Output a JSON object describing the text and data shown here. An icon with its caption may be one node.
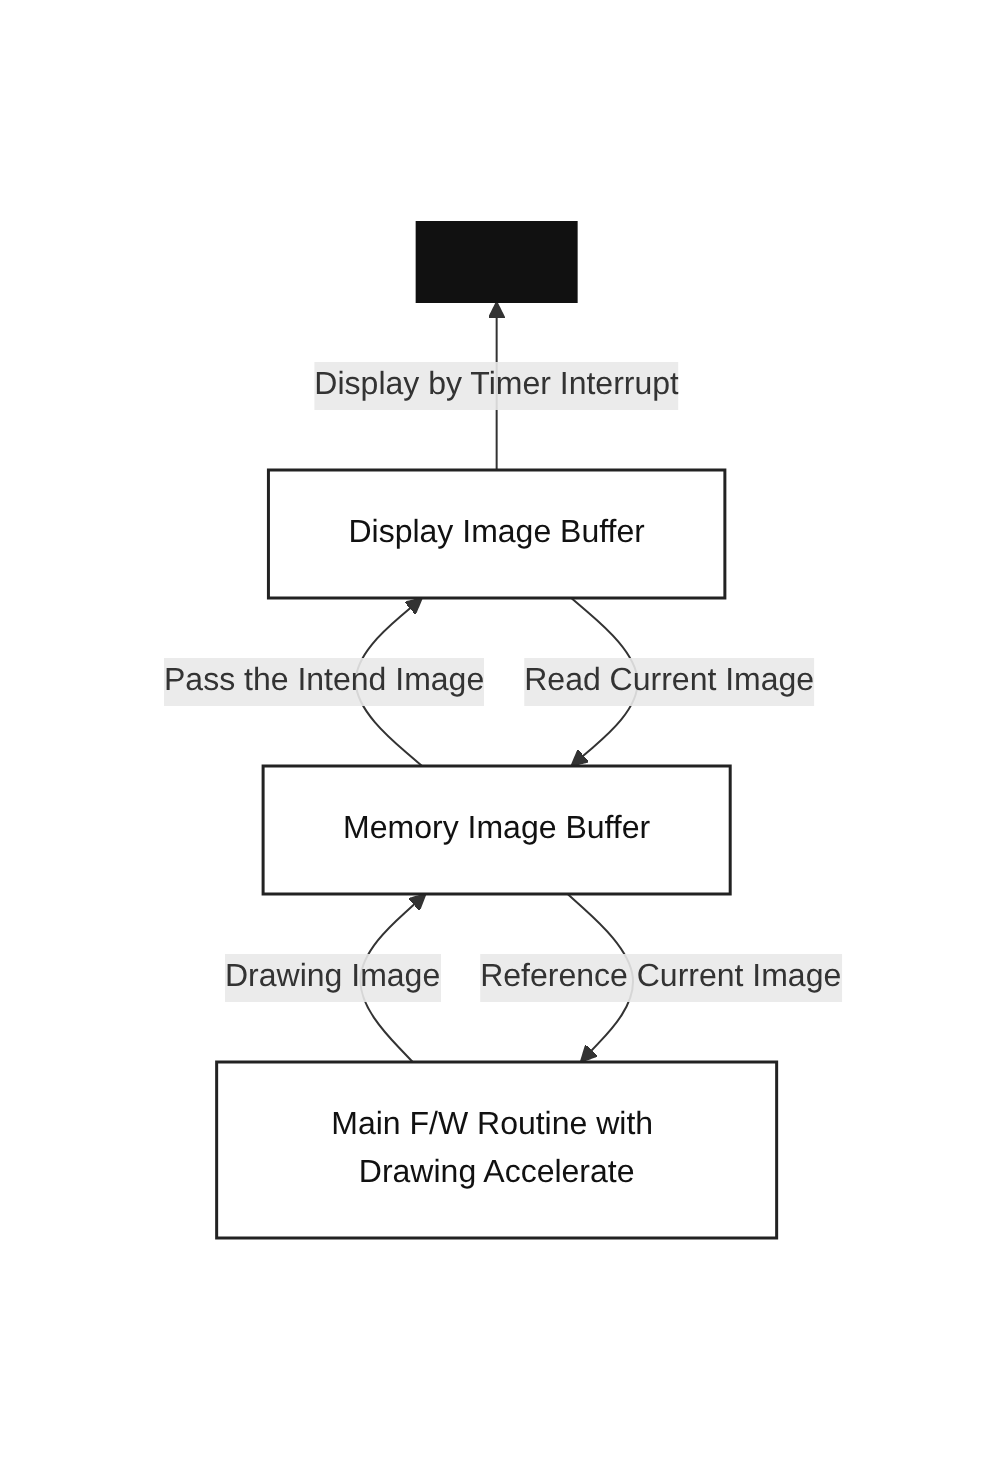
{
  "diagram": {
    "nodes": [
      {
        "text": [],
        "shape": "box"
      },
      {
        "text": [
          "Display Image Buffer"
        ]
      },
      {
        "text": [
          "Memory Image Buffer"
        ]
      },
      {
        "text": [
          "Main F/W Routine with Drawing Accelerate"
        ]
      }
    ],
    "edges": [
      {
        "from": 1,
        "to": 0,
        "arrow": "to",
        "label": "Display by Timer Interrupt"
      },
      {
        "from": 2,
        "to": 1,
        "arrow": "to",
        "label": "Pass the Intend Image"
      },
      {
        "from": 1,
        "to": 2,
        "arrow": "to",
        "label": "Read Current Image"
      },
      {
        "from": 3,
        "to": 2,
        "arrow": "to",
        "label": "Drawing Image"
      },
      {
        "from": 2,
        "to": 3,
        "arrow": "to",
        "label": "Reference Current Image"
      }
    ]
  }
}
